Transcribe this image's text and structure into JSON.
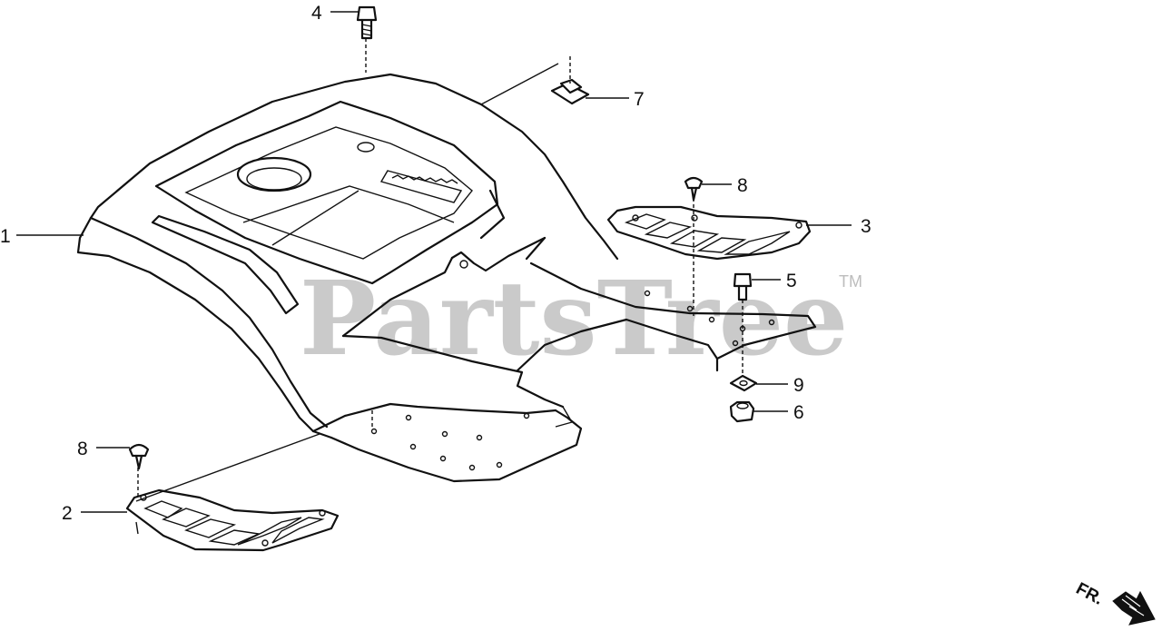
{
  "watermark": {
    "brand": "PartsTree",
    "trademark": "TM"
  },
  "direction": {
    "label": "FR."
  },
  "callouts": [
    {
      "id": "1",
      "part": "rear-fender"
    },
    {
      "id": "2",
      "part": "left-step-mat"
    },
    {
      "id": "3",
      "part": "right-step-mat"
    },
    {
      "id": "4",
      "part": "bolt"
    },
    {
      "id": "5",
      "part": "bolt"
    },
    {
      "id": "6",
      "part": "nut"
    },
    {
      "id": "7",
      "part": "clip-nut"
    },
    {
      "id": "8",
      "part": "clip"
    },
    {
      "id": "8",
      "part": "clip"
    },
    {
      "id": "9",
      "part": "square-nut"
    }
  ]
}
